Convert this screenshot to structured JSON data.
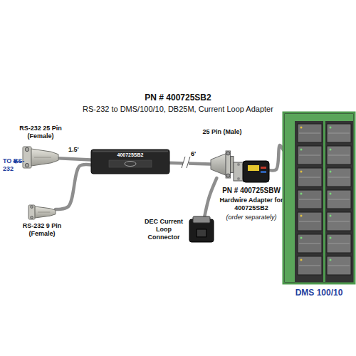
{
  "diagram": {
    "title": "PN # 400725SB2",
    "nodes": [
      {
        "text": [
          "RS-232 25 Pin (Female)"
        ]
      },
      {
        "text": [
          "RS-232 9 Pin (Female)"
        ]
      },
      {
        "text": [
          "400725SB2"
        ]
      },
      {
        "text": [
          "25 Pin (Male)"
        ]
      },
      {
        "text": [
          "DEC Current Loop Connector"
        ]
      },
      {
        "text": [
          "PN # 400725SBW",
          "Hardwire Adapter for 400725SB2",
          "(order separately)"
        ]
      },
      {
        "text": [
          "DMS 100/10"
        ]
      }
    ],
    "edges": [
      {
        "from": 0,
        "to": 2,
        "label": "1.5'",
        "arrow": "none"
      },
      {
        "from": 1,
        "to": 2,
        "arrow": "none"
      },
      {
        "from": 2,
        "to": 3,
        "label": "6'",
        "arrow": "none"
      },
      {
        "from": 3,
        "to": 4,
        "arrow": "none"
      },
      {
        "from": 5,
        "to": 6,
        "arrow": "none"
      }
    ],
    "labels": [
      "RS-232 to DMS/100/10, DB25M, Current Loop Adapter",
      "TO RS-232"
    ]
  }
}
